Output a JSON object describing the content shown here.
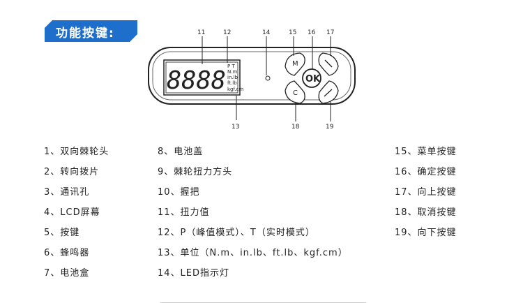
{
  "title": "功能按键:",
  "device": {
    "display_digits": "8888",
    "lcd_labels": [
      "P  T",
      "N.m",
      "in.lb",
      "ft.lb",
      "kgf.cm"
    ],
    "buttons": {
      "menu": "M",
      "confirm": "OK",
      "cancel": "C"
    },
    "callouts": [
      "11",
      "12",
      "14",
      "15",
      "16",
      "17",
      "13",
      "18",
      "19"
    ]
  },
  "legend": {
    "col1": [
      "1、双向棘轮头",
      "2、转向拨片",
      "3、通讯孔",
      "4、LCD屏幕",
      "5、按键",
      "6、蜂鸣器",
      "7、电池盒"
    ],
    "col2": [
      "8、电池盖",
      "9、棘轮扭力方头",
      "10、握把",
      "11、扭力值",
      "12、P（峰值模式）、T（实时模式）",
      "13、单位（N.m、in.lb、ft.lb、kgf.cm）",
      "14、LED指示灯"
    ],
    "col3": [
      "15、菜单按键",
      "16、确定按键",
      "17、向上按键",
      "18、取消按键",
      "19、向下按键"
    ]
  }
}
